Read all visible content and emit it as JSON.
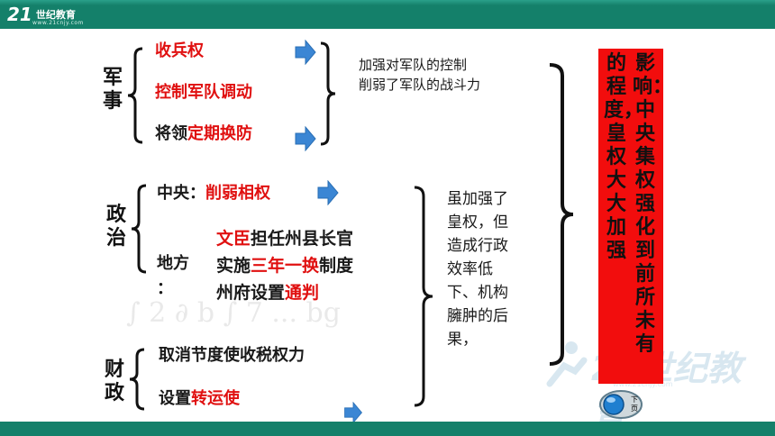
{
  "header": {
    "logo_mark": "21",
    "logo_text": "世纪教育",
    "logo_url": "www.21cnjy.com"
  },
  "military": {
    "label": "军事",
    "item1": "收兵权",
    "item2": "控制军队调动",
    "item3_prefix": "将领",
    "item3_highlight": "定期换防",
    "note_line1": "加强对军队的控制",
    "note_line2": "削弱了军队的战斗力"
  },
  "politics": {
    "label": "政治",
    "central_prefix": "中央：",
    "central_highlight": "削弱相权",
    "local_label": "地方",
    "local_colon": "：",
    "local_line1_highlight": "文臣",
    "local_line1_rest": "担任州县长官",
    "local_line2_prefix": "实施",
    "local_line2_highlight": "三年一换",
    "local_line2_rest": "制度",
    "local_line3_prefix": "州府设置",
    "local_line3_highlight": "通判"
  },
  "finance": {
    "label": "财政",
    "item1": "取消节度使收税权力",
    "item2_prefix": "设置",
    "item2_highlight": "转运使"
  },
  "effect_text": "虽加强了皇权，但造成行政效率低下、机构臃肿的后果，",
  "result": {
    "col1": "影响：中央集权强化到前所未有",
    "col2": "的程度，皇权大大加强"
  },
  "next_button_label": "下页",
  "colors": {
    "accent_green": "#14806a",
    "highlight_red": "#e01010",
    "result_box": "#f20d0d",
    "arrow_blue": "#3b86d4"
  }
}
